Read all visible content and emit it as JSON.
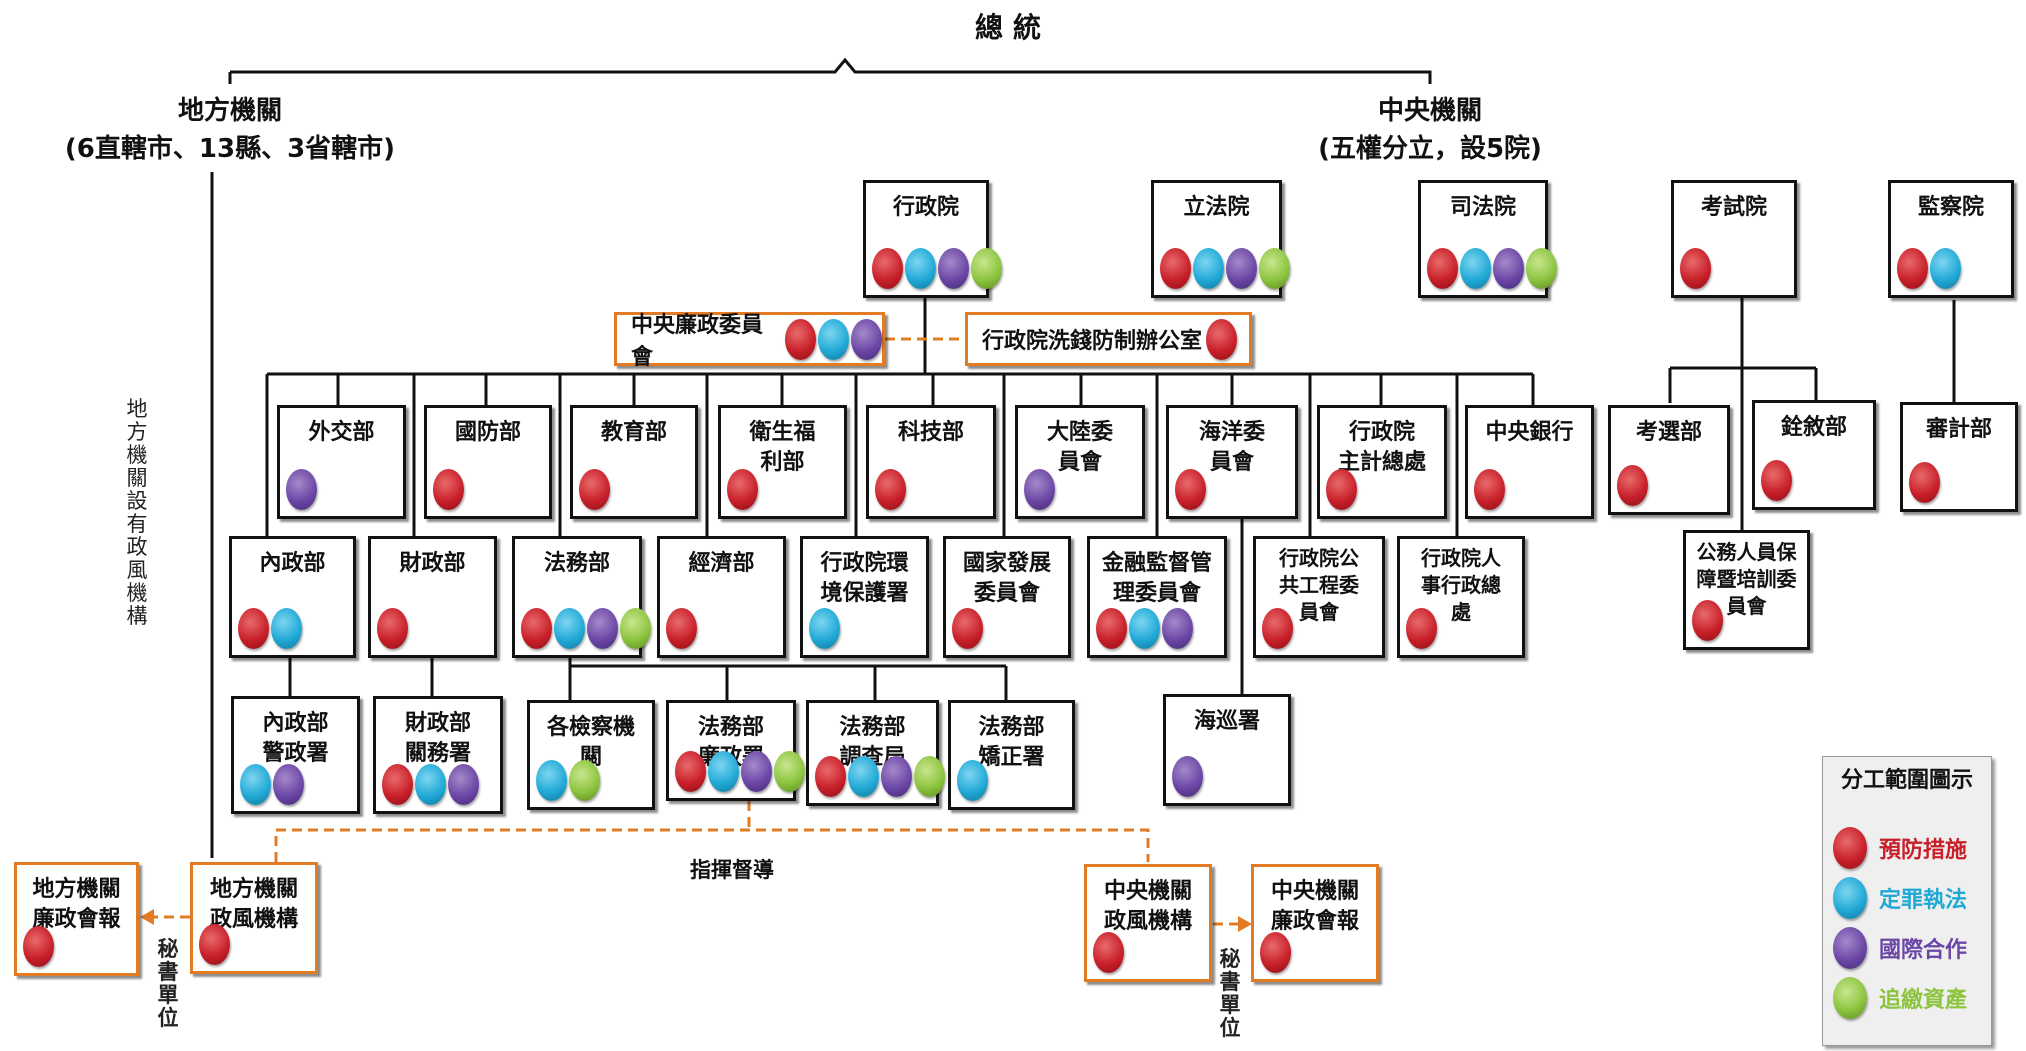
{
  "top": {
    "president": "總統"
  },
  "local": {
    "title": "地方機關",
    "subtitle": "(6直轄市、13縣、3省轄市)",
    "vertical_note": "地方機關設有政風機構"
  },
  "central": {
    "title": "中央機關",
    "subtitle": "(五權分立，設5院)"
  },
  "colors": {
    "red": "#c8202a",
    "blue": "#21a9d6",
    "purple": "#6b47a6",
    "green": "#8cc43f",
    "orange": "#e37b25"
  },
  "boxes": {
    "executive_yuan": {
      "label": "行政院",
      "dots": [
        "red",
        "blue",
        "purple",
        "green"
      ]
    },
    "legislative_yuan": {
      "label": "立法院",
      "dots": [
        "red",
        "blue",
        "purple",
        "green"
      ]
    },
    "judicial_yuan": {
      "label": "司法院",
      "dots": [
        "red",
        "blue",
        "purple",
        "green"
      ]
    },
    "examination_yuan": {
      "label": "考試院",
      "dots": [
        "red"
      ]
    },
    "control_yuan": {
      "label": "監察院",
      "dots": [
        "red",
        "blue"
      ]
    },
    "mofa": {
      "label": "外交部",
      "dots": [
        "purple"
      ]
    },
    "mnd": {
      "label": "國防部",
      "dots": [
        "red"
      ]
    },
    "moe": {
      "label": "教育部",
      "dots": [
        "red"
      ]
    },
    "mohw": {
      "label": "衛生福\n利部",
      "dots": [
        "red"
      ]
    },
    "most": {
      "label": "科技部",
      "dots": [
        "red"
      ]
    },
    "mac": {
      "label": "大陸委\n員會",
      "dots": [
        "purple"
      ]
    },
    "oac": {
      "label": "海洋委\n員會",
      "dots": [
        "red"
      ]
    },
    "dgbas": {
      "label": "行政院\n主計總處",
      "dots": [
        "red"
      ]
    },
    "cbc": {
      "label": "中央銀行",
      "dots": [
        "red"
      ]
    },
    "moex": {
      "label": "考選部",
      "dots": [
        "red"
      ]
    },
    "mocs": {
      "label": "銓敘部",
      "dots": [
        "red"
      ]
    },
    "nao": {
      "label": "審計部",
      "dots": [
        "red"
      ]
    },
    "moi": {
      "label": "內政部",
      "dots": [
        "red",
        "blue"
      ]
    },
    "mof": {
      "label": "財政部",
      "dots": [
        "red"
      ]
    },
    "moj": {
      "label": "法務部",
      "dots": [
        "red",
        "blue",
        "purple",
        "green"
      ]
    },
    "moea": {
      "label": "經濟部",
      "dots": [
        "red"
      ]
    },
    "epa": {
      "label": "行政院環\n境保護署",
      "dots": [
        "blue"
      ]
    },
    "ndc": {
      "label": "國家發展\n委員會",
      "dots": [
        "red"
      ]
    },
    "fsc": {
      "label": "金融監督管\n理委員會",
      "dots": [
        "red",
        "blue",
        "purple"
      ]
    },
    "pcc": {
      "label": "行政院公\n共工程委\n員會",
      "dots": [
        "red"
      ]
    },
    "dgpa": {
      "label": "行政院人\n事行政總\n處",
      "dots": [
        "red"
      ]
    },
    "csptc": {
      "label": "公務人員保\n障暨培訓委\n員會",
      "dots": [
        "red"
      ]
    },
    "npa": {
      "label": "內政部\n警政署",
      "dots": [
        "blue",
        "purple"
      ]
    },
    "customs": {
      "label": "財政部\n關務署",
      "dots": [
        "red",
        "blue",
        "purple"
      ]
    },
    "prosecutors": {
      "label": "各檢察機\n關",
      "dots": [
        "blue",
        "green"
      ]
    },
    "aac": {
      "label": "法務部\n廉政署",
      "dots": [
        "red",
        "blue",
        "purple",
        "green"
      ]
    },
    "mjib": {
      "label": "法務部\n調查局",
      "dots": [
        "red",
        "blue",
        "purple",
        "green"
      ]
    },
    "corrections": {
      "label": "法務部\n矯正署",
      "dots": [
        "blue"
      ]
    },
    "cga": {
      "label": "海巡署",
      "dots": [
        "purple"
      ]
    },
    "local_ethics_unit": {
      "label": "地方機關\n政風機構",
      "dots": [
        "red"
      ]
    },
    "local_ethics_meeting": {
      "label": "地方機關\n廉政會報",
      "dots": [
        "red"
      ]
    },
    "central_ethics_unit": {
      "label": "中央機關\n政風機構",
      "dots": [
        "red"
      ]
    },
    "central_ethics_meeting": {
      "label": "中央機關\n廉政會報",
      "dots": [
        "red"
      ]
    },
    "anti_corruption_committee": {
      "label": "中央廉政委員會",
      "dots": [
        "red",
        "blue",
        "purple"
      ]
    },
    "aml_office": {
      "label": "行政院洗錢防制辦公室",
      "dots": [
        "red"
      ]
    }
  },
  "notes": {
    "command": "指揮督導",
    "secretariat_left": "秘書單位",
    "secretariat_right": "秘書單位"
  },
  "legend": {
    "title": "分工範圍圖示",
    "items": [
      {
        "label": "預防措施",
        "color": "red",
        "text_color": "#c8202a"
      },
      {
        "label": "定罪執法",
        "color": "blue",
        "text_color": "#21a9d6"
      },
      {
        "label": "國際合作",
        "color": "purple",
        "text_color": "#6b47a6"
      },
      {
        "label": "追繳資產",
        "color": "green",
        "text_color": "#8cc43f"
      }
    ]
  }
}
